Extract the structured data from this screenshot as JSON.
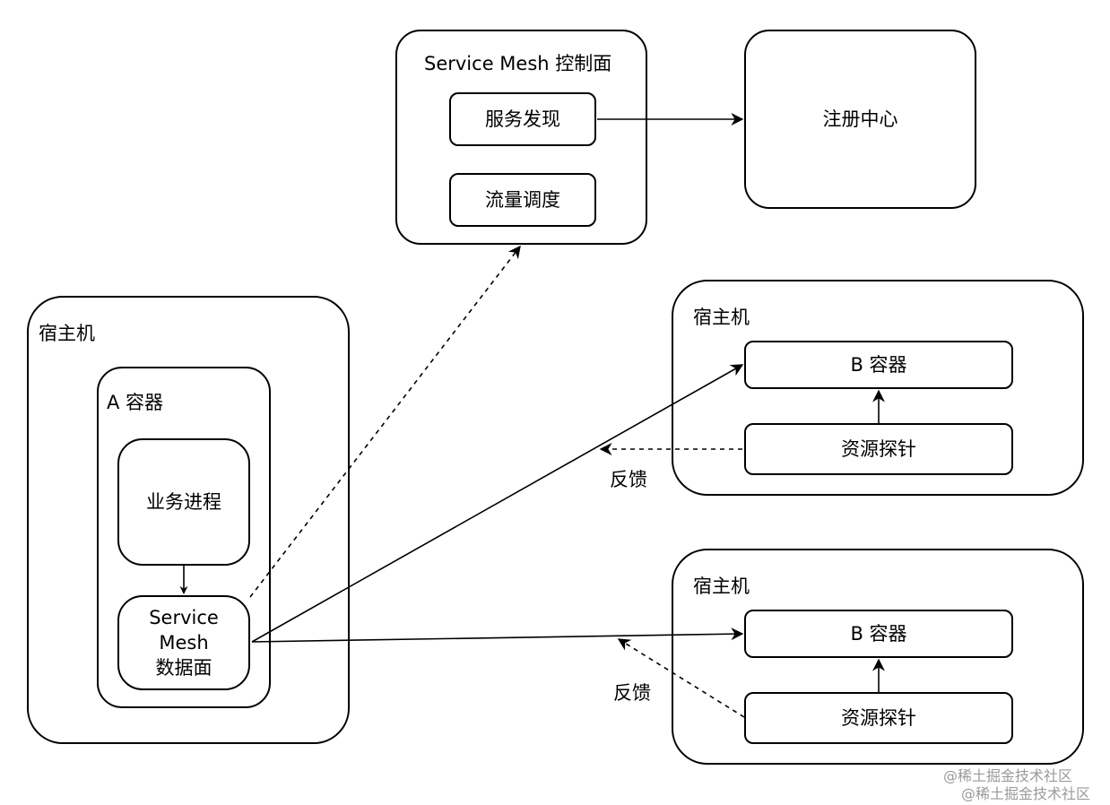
{
  "control_plane": {
    "title": "Service Mesh 控制面",
    "service_discovery": "服务发现",
    "traffic_scheduling": "流量调度"
  },
  "registry": {
    "label": "注册中心"
  },
  "host_a": {
    "title": "宿主机",
    "container_title": "A 容器",
    "business_process": "业务进程",
    "data_plane": "Service\nMesh\n数据面"
  },
  "host_b1": {
    "title": "宿主机",
    "container": "B 容器",
    "probe": "资源探针",
    "feedback": "反馈"
  },
  "host_b2": {
    "title": "宿主机",
    "container": "B 容器",
    "probe": "资源探针",
    "feedback": "反馈"
  },
  "watermark": "@稀土掘金技术社区"
}
